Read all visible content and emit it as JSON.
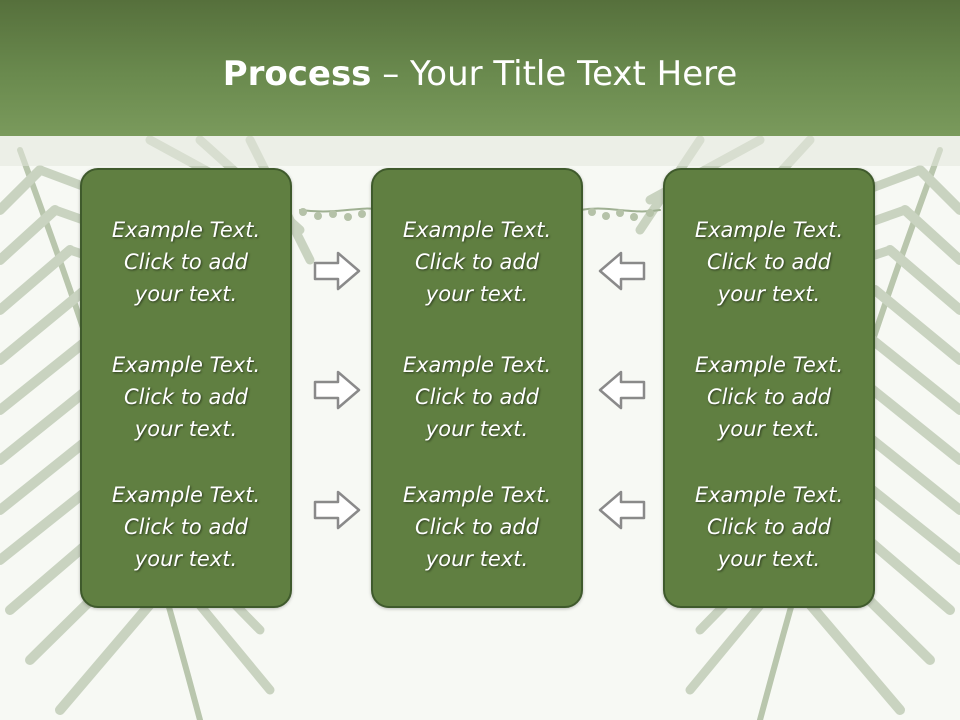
{
  "slide": {
    "title_bold": "Process",
    "title_rest": " – Your Title Text Here"
  },
  "columns": [
    {
      "items": [
        "Example Text.\nClick  to add\nyour text.",
        "Example Text.\nClick  to add\nyour text.",
        "Example Text.\nClick  to add\nyour text."
      ]
    },
    {
      "items": [
        "Example Text.\nClick  to add\nyour text.",
        "Example Text.\nClick  to add\nyour text.",
        "Example Text.\nClick  to add\nyour text."
      ]
    },
    {
      "items": [
        "Example Text.\nClick  to add\nyour text.",
        "Example Text.\nClick  to add\nyour text.",
        "Example Text.\nClick  to add\nyour text."
      ]
    }
  ],
  "arrows": {
    "left_group": "right-arrow-icon",
    "right_group": "left-arrow-icon"
  },
  "colors": {
    "title_bar": "#607f41",
    "box_fill": "#607f41",
    "box_border": "#3f5a2c",
    "text": "#ffffff",
    "arrow_fill": "#ffffff",
    "arrow_stroke": "#8a8a8a"
  }
}
